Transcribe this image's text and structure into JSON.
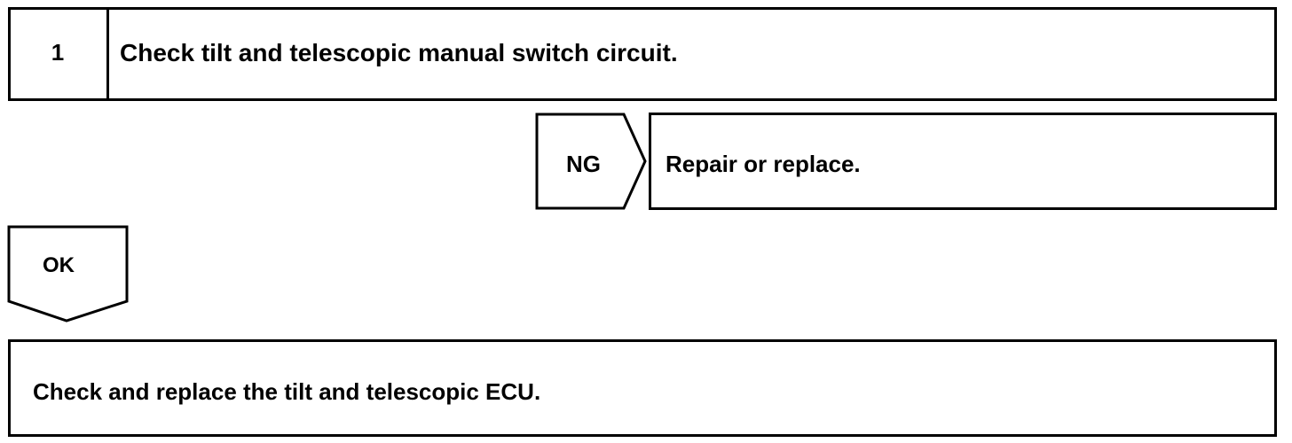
{
  "step": {
    "number": "1",
    "title": "Check tilt and telescopic manual switch circuit."
  },
  "ng_branch": {
    "label": "NG",
    "action": "Repair or replace."
  },
  "ok_branch": {
    "label": "OK"
  },
  "result": {
    "text": "Check and replace the tilt and telescopic ECU."
  }
}
